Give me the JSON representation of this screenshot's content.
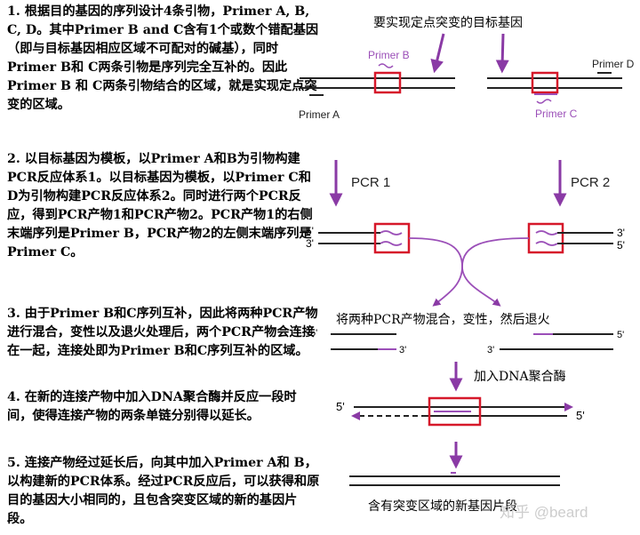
{
  "steps": [
    {
      "text": "1. 根据目的基因的序列设计4条引物，Primer A, B, C, D。其中Primer B and C含有1个或数个错配基因（即与目标基因相应区域不可配对的碱基），同时Primer B和 C两条引物是序列完全互补的。因此Primer B 和 C两条引物结合的区域，就是实现定点突变的区域。"
    },
    {
      "text": "2. 以目标基因为模板，以Primer A和B为引物构建PCR反应体系1。以目标基因为模板，以Primer C和D为引物构建PCR反应体系2。同时进行两个PCR反应，得到PCR产物1和PCR产物2。PCR产物1的右侧末端序列是Primer B，PCR产物2的左侧末端序列是Primer C。"
    },
    {
      "text": "3. 由于Primer B和C序列互补，因此将两种PCR产物进行混合，变性以及退火处理后，两个PCR产物会连接在一起，连接处即为Primer B和C序列互补的区域。"
    },
    {
      "text": "4. 在新的连接产物中加入DNA聚合酶并反应一段时间，使得连接产物的两条单链分别得以延长。"
    },
    {
      "text": "5. 连接产物经过延长后，向其中加入Primer A和 B，以构建新的PCR体系。经过PCR反应后，可以获得和原目的基因大小相同的，且包含突变区域的新的基因片段。"
    }
  ],
  "diagram": {
    "top_label": "要实现定点突变的目标基因",
    "primer_a": "Primer A",
    "primer_b": "Primer B",
    "primer_c": "Primer C",
    "primer_d": "Primer D",
    "pcr1": "PCR 1",
    "pcr2": "PCR 2",
    "five_prime": "5'",
    "three_prime": "3'",
    "mix_label": "将两种PCR产物混合，变性，然后退火",
    "polymerase_label": "加入DNA聚合酶",
    "final_label": "含有突变区域的新基因片段",
    "watermark": "知乎 @beard"
  },
  "colors": {
    "highlight_box": "#d6182a",
    "primer": "#9b4fb8",
    "arrow": "#8a3aa5",
    "strand": "#222222"
  }
}
